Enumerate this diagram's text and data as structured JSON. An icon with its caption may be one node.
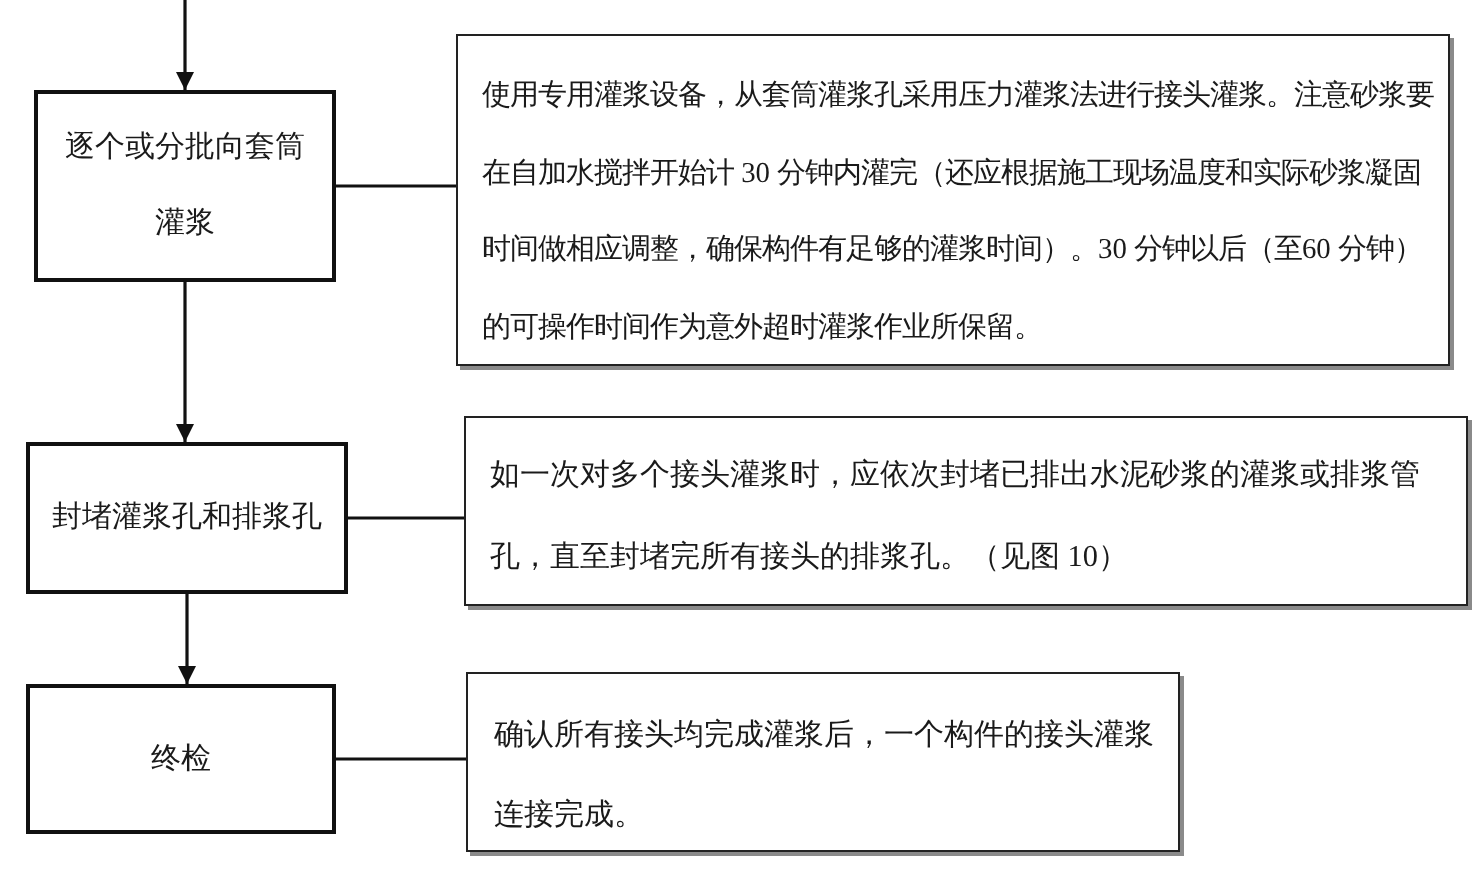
{
  "diagram": {
    "nodes": [
      {
        "text": [
          "逐个或分批向套筒灌浆"
        ]
      },
      {
        "text": [
          "使用专用灌浆设备，从套筒灌浆孔采用压力灌浆法进行接头灌浆。注意砂浆要在自加水搅拌开始计 30 分钟内灌完（还应根据施工现场温度和实际砂浆凝固时间做相应调整，确保构件有足够的灌浆时间）。30 分钟以后（至60 分钟）的可操作时间作为意外超时灌浆作业所保留。"
        ]
      },
      {
        "text": [
          "封堵灌浆孔和排浆孔"
        ]
      },
      {
        "text": [
          "如一次对多个接头灌浆时，应依次封堵已排出水泥砂浆的灌浆或排浆管孔，直至封堵完所有接头的排浆孔。（见图 10）"
        ]
      },
      {
        "text": [
          "终检"
        ]
      },
      {
        "text": [
          "确认所有接头均完成灌浆后，一个构件的接头灌浆连接完成。"
        ]
      }
    ],
    "edges": [
      {
        "from": null,
        "to": 0,
        "arrow": "to"
      },
      {
        "from": 0,
        "to": 1,
        "arrow": "none"
      },
      {
        "from": 0,
        "to": 2,
        "arrow": "to"
      },
      {
        "from": 2,
        "to": 3,
        "arrow": "none"
      },
      {
        "from": 2,
        "to": 4,
        "arrow": "to"
      },
      {
        "from": 4,
        "to": 5,
        "arrow": "none"
      }
    ]
  }
}
